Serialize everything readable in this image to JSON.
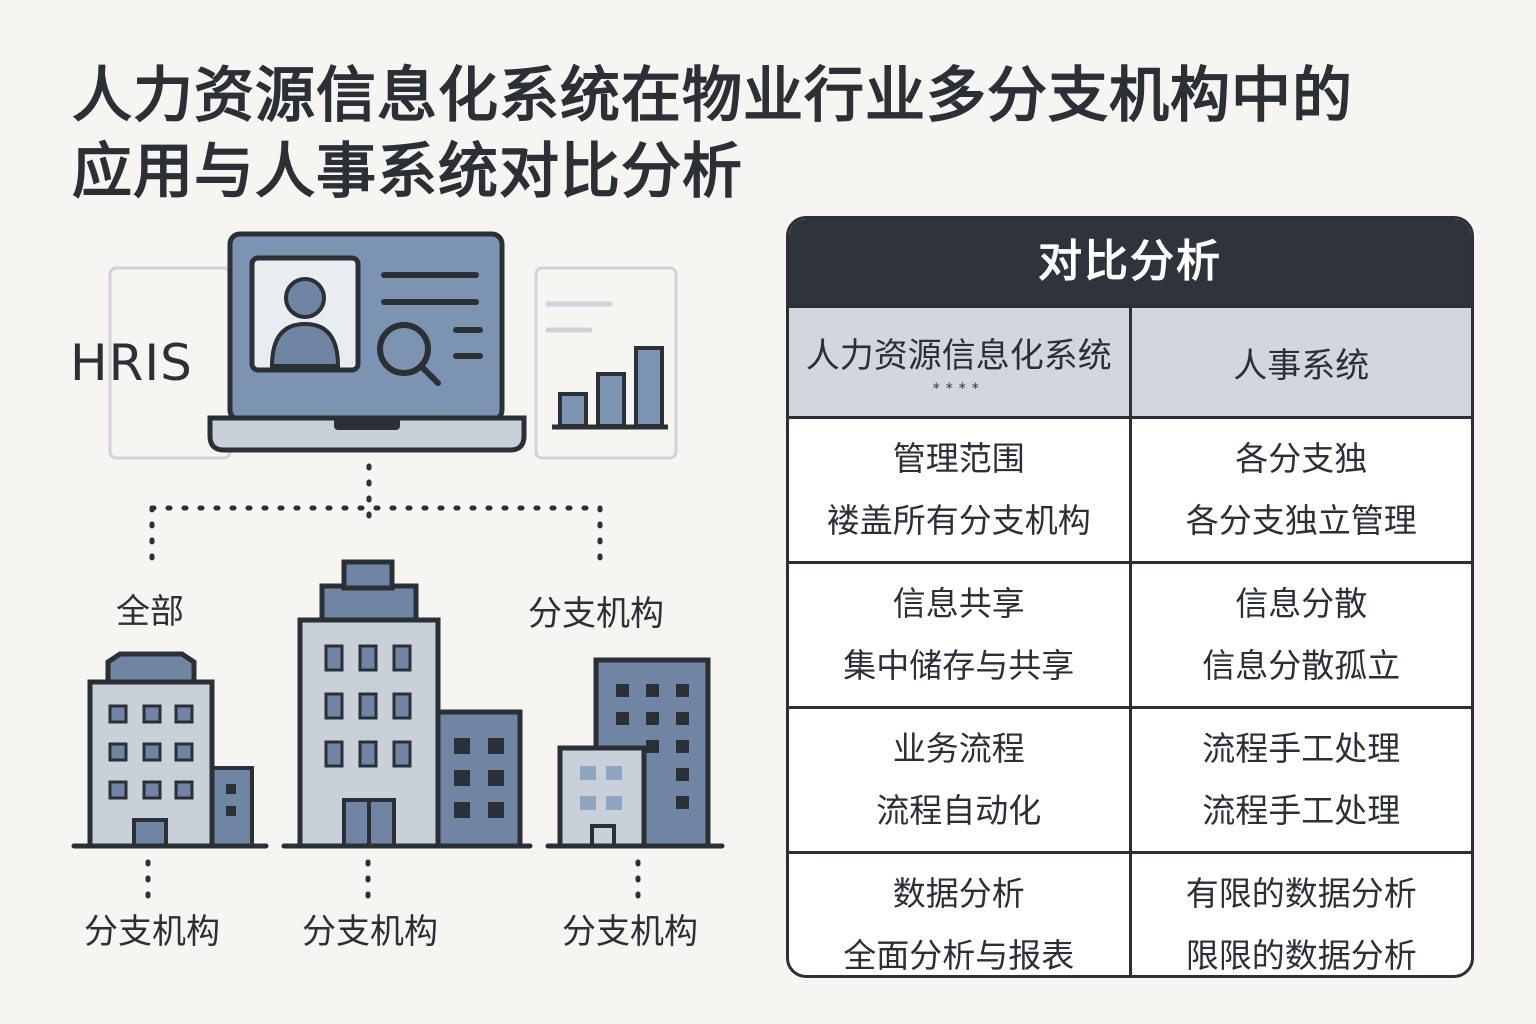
{
  "title": {
    "line1": "人力资源信息化系统在物业行业多分支机构中的",
    "line2": "应用与人事系统对比分析"
  },
  "illustration": {
    "hris_label": "HRIS",
    "top_left_label": "全部",
    "top_right_label": "分支机构",
    "bottom_labels": [
      "分支机构",
      "分支机构",
      "分支机构"
    ],
    "icons": [
      "laptop-icon",
      "user-profile-icon",
      "magnifier-icon",
      "bar-chart-icon",
      "building-icon"
    ],
    "colors": {
      "dark": "#2b2f36",
      "blue": "#6f85a3",
      "light": "#c9d0da",
      "mid": "#8497b0"
    }
  },
  "comparison": {
    "header": "对比分析",
    "columns": [
      "人力资源信息化系统",
      "人事系统"
    ],
    "column_marks": "****",
    "rows": [
      {
        "left": [
          "管理范围",
          "褛盖所有分支机构"
        ],
        "right": [
          "各分支独",
          "各分支独立管理"
        ]
      },
      {
        "left": [
          "信息共享",
          "集中储存与共享"
        ],
        "right": [
          "信息分散",
          "信息分散孤立"
        ]
      },
      {
        "left": [
          "业务流程",
          "流程自动化"
        ],
        "right": [
          "流程手工处理",
          "流程手工处理"
        ]
      },
      {
        "left": [
          "数据分析",
          "全面分析与报表"
        ],
        "right": [
          "有限的数据分析",
          "限限的数据分析"
        ]
      }
    ]
  }
}
